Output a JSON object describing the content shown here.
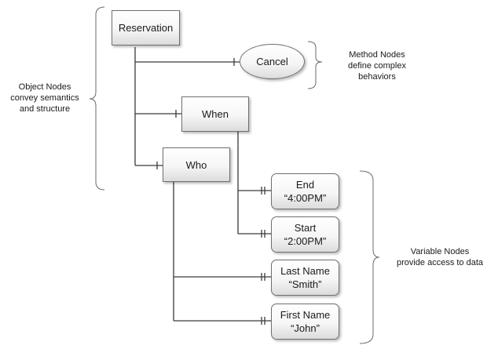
{
  "object_nodes": {
    "reservation": "Reservation",
    "when": "When",
    "who": "Who"
  },
  "method_nodes": {
    "cancel": "Cancel"
  },
  "variable_nodes": {
    "end": {
      "label": "End",
      "value": "“4:00PM”"
    },
    "start": {
      "label": "Start",
      "value": "“2:00PM”"
    },
    "last_name": {
      "label": "Last Name",
      "value": "“Smith”"
    },
    "first_name": {
      "label": "First Name",
      "value": "“John”"
    }
  },
  "annotations": {
    "object_nodes": [
      "Object Nodes",
      "convey semantics",
      "and structure"
    ],
    "method_nodes": [
      "Method Nodes",
      "define complex",
      "behaviors"
    ],
    "variable_nodes": [
      "Variable Nodes",
      "provide access to data"
    ]
  }
}
